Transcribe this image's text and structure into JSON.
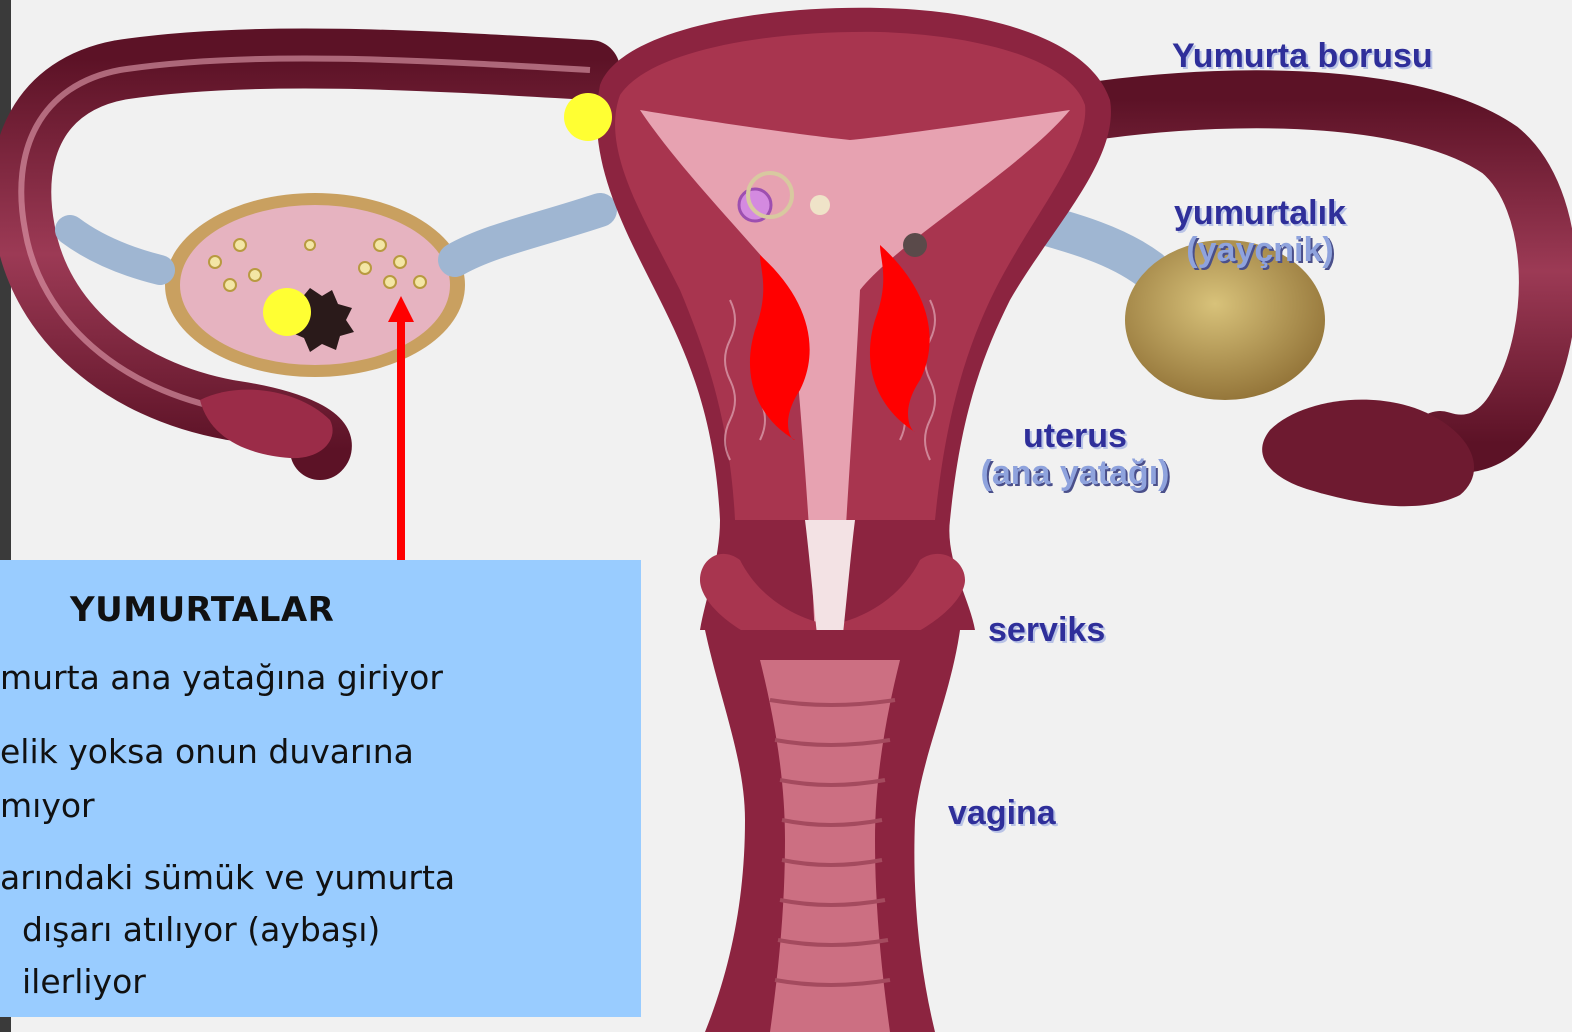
{
  "labels": {
    "fallopian_tube": "Yumurta borusu",
    "ovary": "yumurtalık",
    "ovary_alt": "(yayçnik)",
    "uterus": "uterus",
    "uterus_alt": "(ana yatağı)",
    "cervix": "serviks",
    "vagina": "vagina"
  },
  "infobox": {
    "title": "YUMURTALAR",
    "lines": [
      "murta ana yatağına giriyor",
      "elik yoksa onun duvarına",
      "mıyor",
      "arındaki sümük ve yumurta",
      "dışarı atılıyor (aybaşı)",
      "ilerliyor"
    ]
  },
  "colors": {
    "label_text": "#2f2f9a",
    "label_sub_text": "#8fa3dd",
    "infobox_bg": "#99ccff",
    "arrow": "#ff0000",
    "egg": "#ffff33",
    "tissue_dark": "#7a1f35",
    "tissue_light": "#d68a9c",
    "ovary": "#c9a95a"
  }
}
